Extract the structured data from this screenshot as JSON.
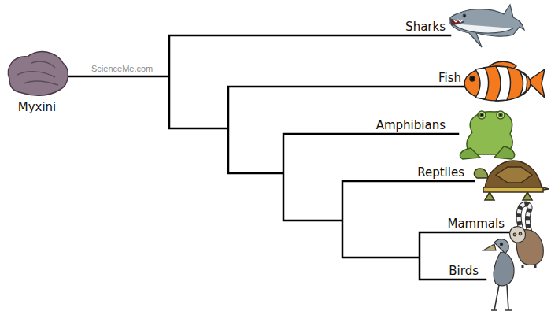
{
  "diagram": {
    "labels": [
      "Myxini",
      "ScienceMe.com",
      "Sharks",
      "Fish",
      "Amphibians",
      "Reptiles",
      "Mammals",
      "Birds"
    ]
  }
}
